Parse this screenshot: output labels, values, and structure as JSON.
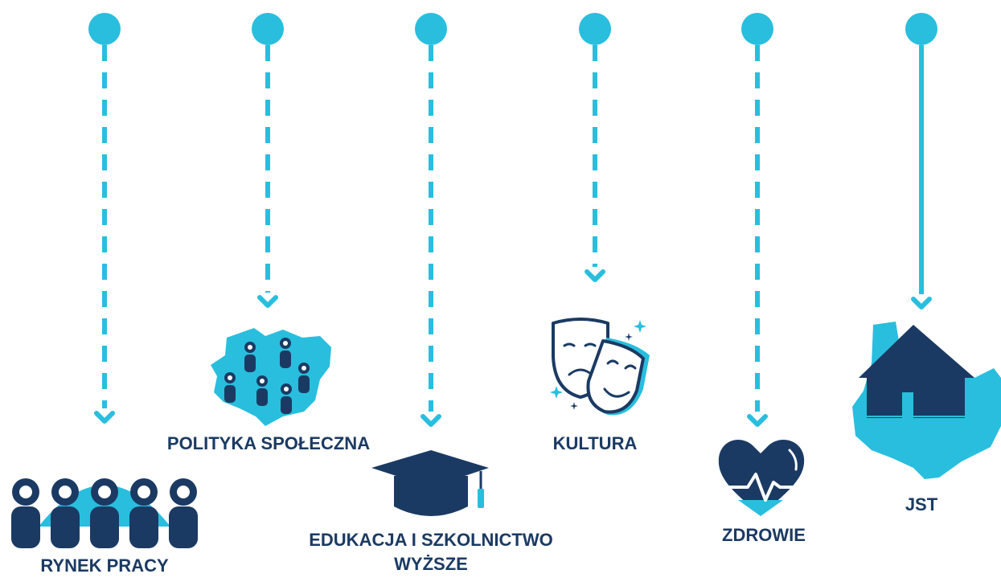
{
  "colors": {
    "accent": "#29bede",
    "navy": "#1b3a63",
    "background": "#ffffff"
  },
  "categories": [
    {
      "id": "rynek-pracy",
      "label": "RYNEK PRACY",
      "icon": "workers-group-icon",
      "line_style": "dashed"
    },
    {
      "id": "polityka-spoleczna",
      "label": "POLITYKA SPOŁECZNA",
      "icon": "region-map-people-icon",
      "line_style": "dashed"
    },
    {
      "id": "edukacja",
      "label_line1": "EDUKACJA I SZKOLNICTWO",
      "label_line2": "WYŻSZE",
      "icon": "graduation-cap-icon",
      "line_style": "dashed"
    },
    {
      "id": "kultura",
      "label": "KULTURA",
      "icon": "theater-masks-icon",
      "line_style": "dashed"
    },
    {
      "id": "zdrowie",
      "label": "ZDROWIE",
      "icon": "heart-pulse-icon",
      "line_style": "dashed"
    },
    {
      "id": "jst",
      "label": "JST",
      "icon": "house-region-icon",
      "line_style": "solid"
    }
  ]
}
